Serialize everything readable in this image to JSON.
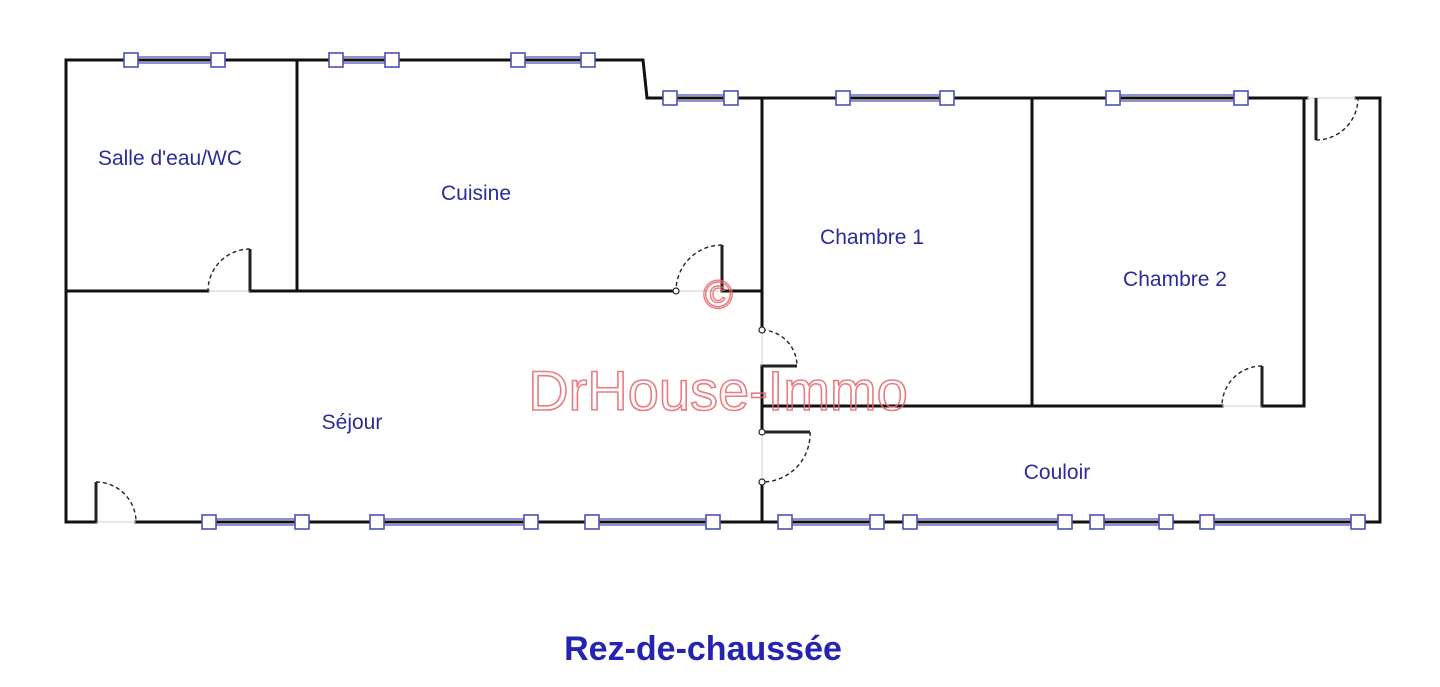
{
  "rooms": {
    "salle_eau": "Salle d'eau/WC",
    "cuisine": "Cuisine",
    "chambre1": "Chambre 1",
    "chambre2": "Chambre 2",
    "sejour": "Séjour",
    "couloir": "Couloir"
  },
  "title": "Rez-de-chaussée",
  "watermark": {
    "symbol": "©",
    "text": "DrHouse-Immo"
  },
  "colors": {
    "label": "#2b2c9a",
    "title": "#2424b0",
    "window": "#4b50b8",
    "wall": "#111111",
    "watermark": "#e8646a"
  }
}
